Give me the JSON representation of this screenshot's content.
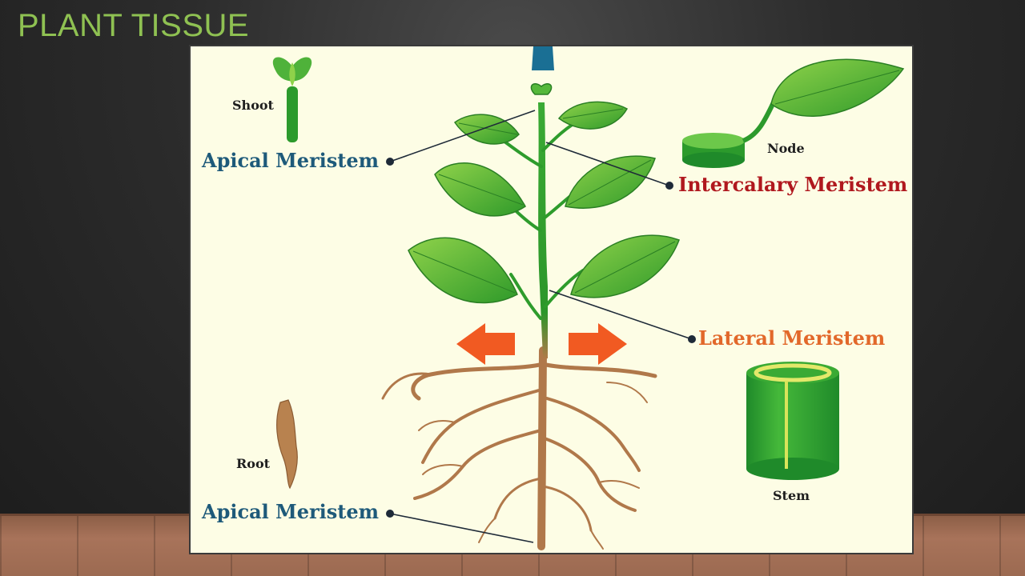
{
  "slide": {
    "title": "PLANT TISSUE"
  },
  "diagram": {
    "labels": {
      "apical_top": "Apical Meristem",
      "shoot": "Shoot",
      "intercalary": "Intercalary Meristem",
      "node": "Node",
      "lateral": "Lateral Meristem",
      "stem": "Stem",
      "root": "Root",
      "apical_bottom": "Apical Meristem"
    },
    "colors": {
      "apical": "#1e5a7a",
      "intercalary": "#b0181e",
      "lateral": "#e2682a",
      "leaf_green": "#4fb23a",
      "stem_green": "#2c9a2c",
      "root_brown": "#b0784a",
      "arrow_orange": "#f15a22"
    }
  }
}
